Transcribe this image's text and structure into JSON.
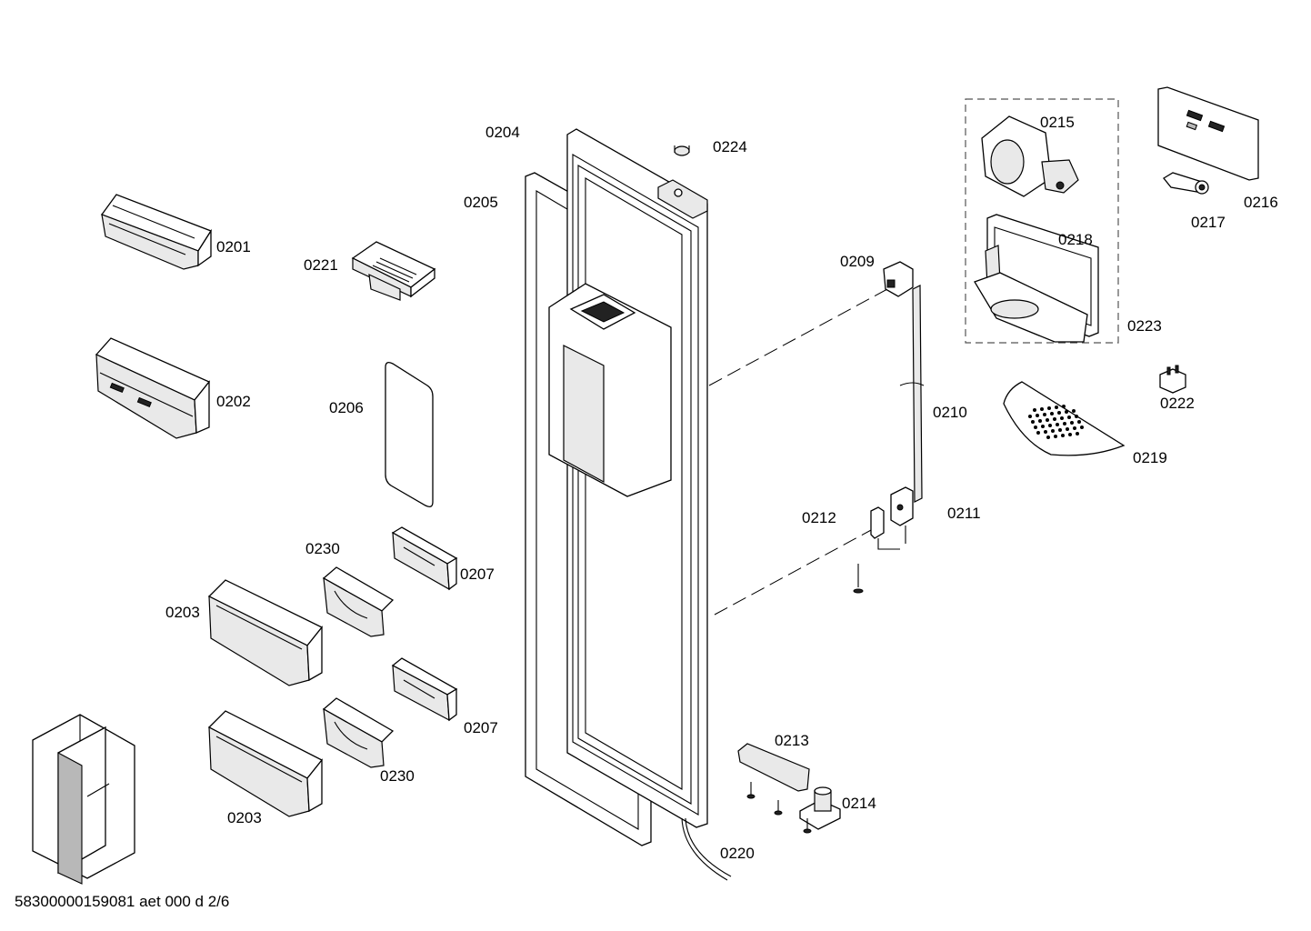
{
  "labels": {
    "p0201": "0201",
    "p0202": "0202",
    "p0203a": "0203",
    "p0203b": "0203",
    "p0204": "0204",
    "p0205": "0205",
    "p0206": "0206",
    "p0207a": "0207",
    "p0207b": "0207",
    "p0209": "0209",
    "p0210": "0210",
    "p0211": "0211",
    "p0212": "0212",
    "p0213": "0213",
    "p0214": "0214",
    "p0215": "0215",
    "p0216": "0216",
    "p0217": "0217",
    "p0218": "0218",
    "p0219": "0219",
    "p0220": "0220",
    "p0221": "0221",
    "p0222": "0222",
    "p0223": "0223",
    "p0224": "0224",
    "p0230a": "0230",
    "p0230b": "0230"
  },
  "footer": "58300000159081 aet 000 d 2/6",
  "icons": [
    "door-shelf",
    "door-bin",
    "door-panel",
    "door-gasket",
    "dispenser-housing",
    "hinge",
    "screw",
    "control-board",
    "ice-chute",
    "cover-plate",
    "refrigerator-thumbnail"
  ]
}
